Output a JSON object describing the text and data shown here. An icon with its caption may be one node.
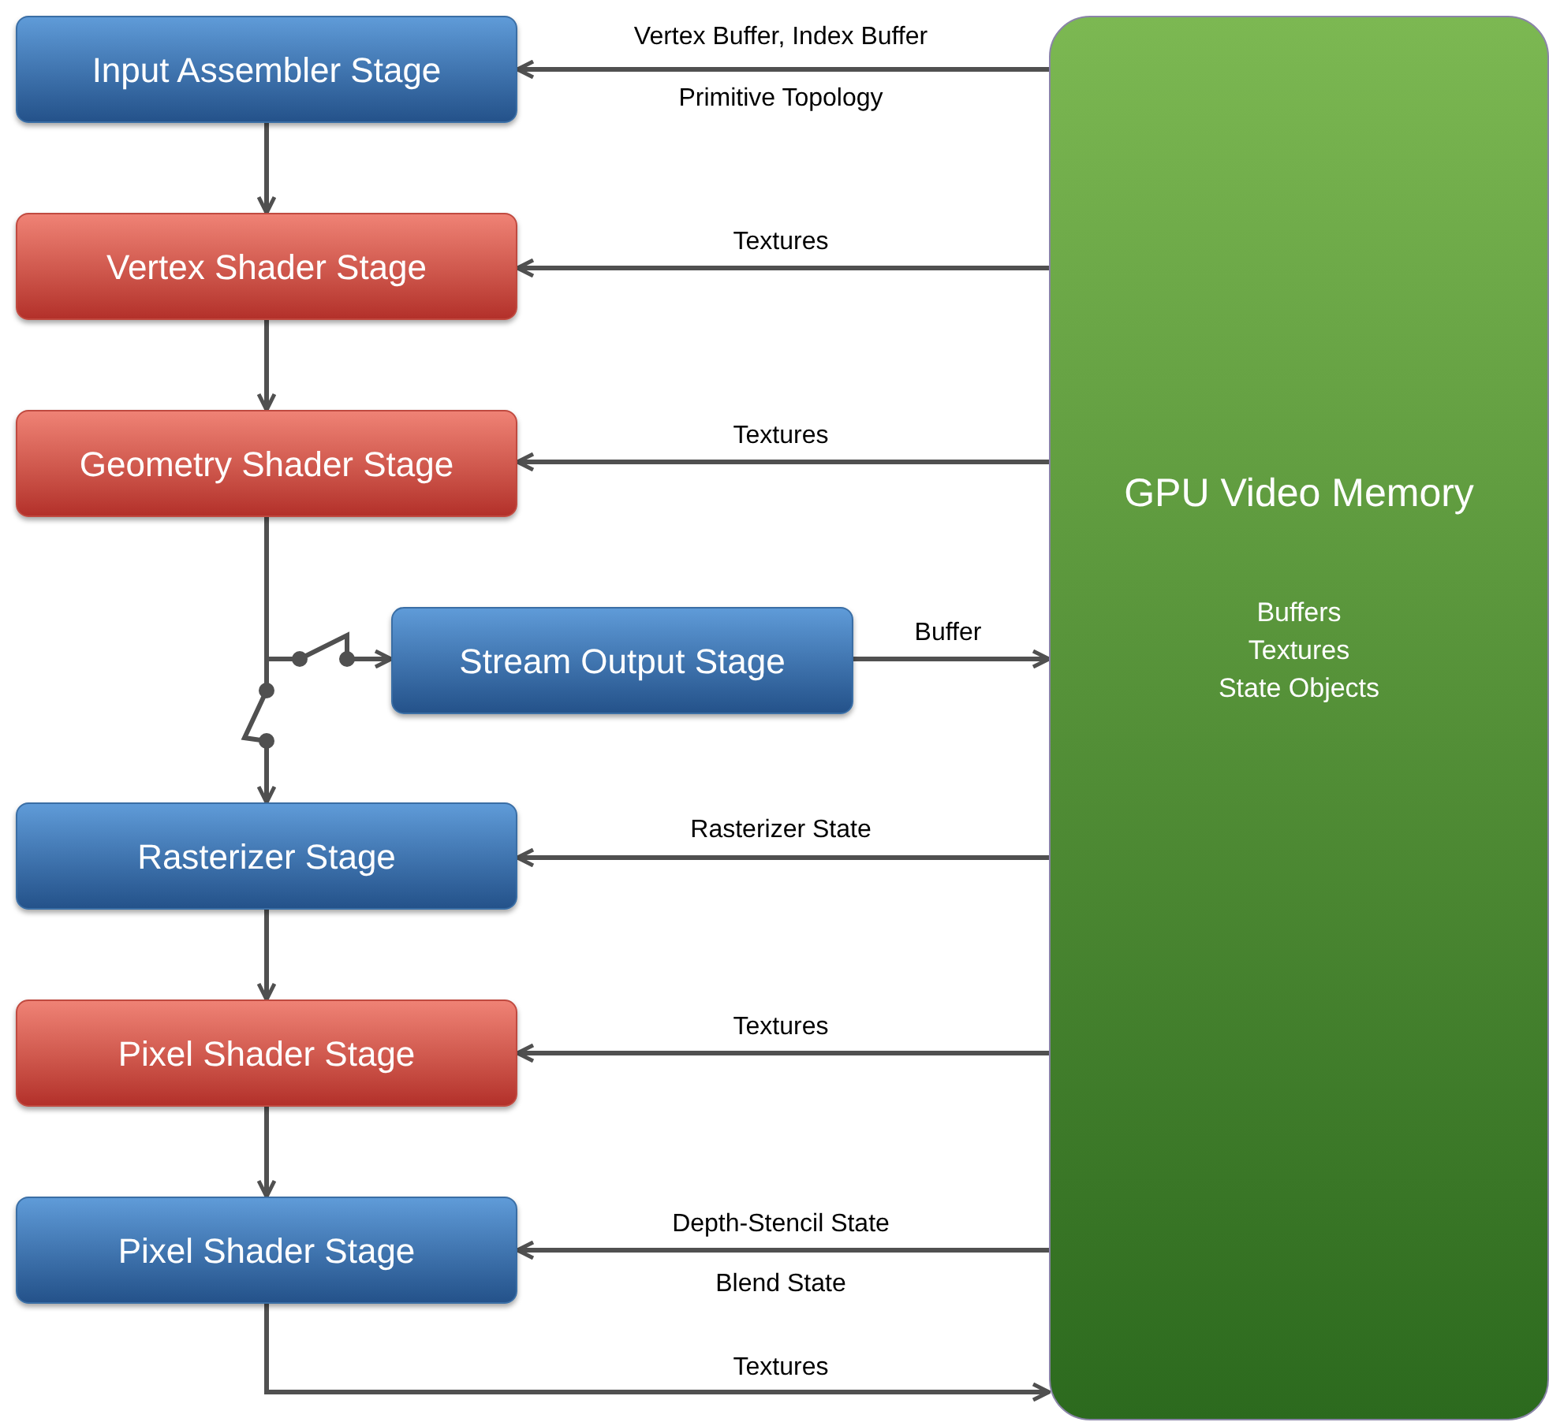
{
  "diagram": {
    "nodes": [
      {
        "text": [
          "Input Assembler Stage"
        ]
      },
      {
        "text": [
          "Vertex Shader Stage"
        ]
      },
      {
        "text": [
          "Geometry Shader Stage"
        ]
      },
      {
        "text": [
          "Stream Output Stage"
        ]
      },
      {
        "text": [
          "Rasterizer Stage"
        ]
      },
      {
        "text": [
          "Pixel Shader Stage"
        ]
      },
      {
        "text": [
          "Pixel Shader Stage"
        ]
      },
      {
        "text": [
          "GPU Video Memory",
          "Buffers",
          "Textures",
          "State Objects"
        ]
      }
    ],
    "edges": [
      {
        "from": 7,
        "to": 0,
        "arrow": "to",
        "label": "Vertex Buffer, Index Buffer"
      },
      {
        "from": 0,
        "to": 1,
        "arrow": "to"
      },
      {
        "from": 7,
        "to": 1,
        "arrow": "to",
        "label": "Textures"
      },
      {
        "from": 1,
        "to": 2,
        "arrow": "to"
      },
      {
        "from": 7,
        "to": 2,
        "arrow": "to",
        "label": "Textures"
      },
      {
        "from": 2,
        "to": 3,
        "arrow": "to"
      },
      {
        "from": 2,
        "to": 4,
        "arrow": "to"
      },
      {
        "from": 3,
        "to": 7,
        "arrow": "to",
        "label": "Buffer"
      },
      {
        "from": 7,
        "to": 4,
        "arrow": "to",
        "label": "Rasterizer State"
      },
      {
        "from": 4,
        "to": 5,
        "arrow": "to"
      },
      {
        "from": 7,
        "to": 5,
        "arrow": "to",
        "label": "Textures"
      },
      {
        "from": 5,
        "to": 6,
        "arrow": "to"
      },
      {
        "from": 7,
        "to": 6,
        "arrow": "to",
        "label": "Depth-Stencil State"
      },
      {
        "from": 6,
        "to": 7,
        "arrow": "to",
        "label": "Textures"
      }
    ],
    "labels": [
      "Primitive Topology",
      "Blend State"
    ]
  }
}
